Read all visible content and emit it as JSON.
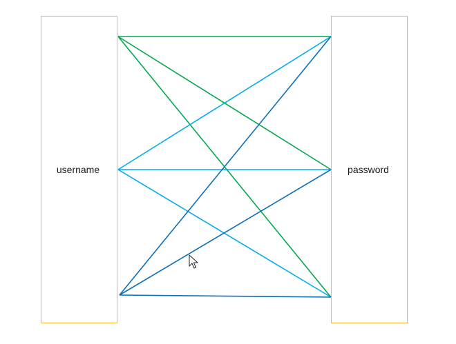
{
  "nodes": {
    "username": {
      "label": "username"
    },
    "password": {
      "label": "password"
    }
  },
  "edge_colors": {
    "top": "#00a84f",
    "middle": "#00aee8",
    "bottom": "#0a6fb7"
  },
  "box_border_color": "#f4b93a",
  "edges": [
    {
      "from": "username.top",
      "to": "password.top",
      "color_key": "top"
    },
    {
      "from": "username.top",
      "to": "password.middle",
      "color_key": "top"
    },
    {
      "from": "username.top",
      "to": "password.bottom",
      "color_key": "top"
    },
    {
      "from": "username.middle",
      "to": "password.top",
      "color_key": "middle"
    },
    {
      "from": "username.middle",
      "to": "password.middle",
      "color_key": "middle"
    },
    {
      "from": "username.middle",
      "to": "password.bottom",
      "color_key": "middle"
    },
    {
      "from": "username.bottom",
      "to": "password.top",
      "color_key": "bottom"
    },
    {
      "from": "username.bottom",
      "to": "password.middle",
      "color_key": "bottom"
    },
    {
      "from": "username.bottom",
      "to": "password.bottom",
      "color_key": "bottom"
    }
  ],
  "cursor": {
    "icon": "mouse-pointer-icon"
  }
}
